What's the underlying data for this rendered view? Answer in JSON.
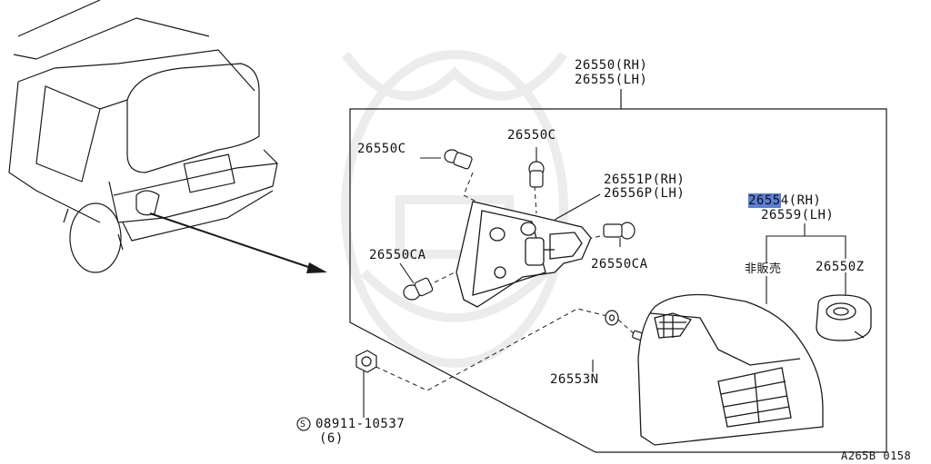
{
  "diagram": {
    "assembly_rh": "26550(RH)",
    "assembly_lh": "26555(LH)",
    "bulb_upper_left": "26550C",
    "bulb_upper_mid": "26550C",
    "socket_rh": "26551P(RH)",
    "socket_lh": "26556P(LH)",
    "bulb_lower_left": "26550CA",
    "bulb_right": "26550CA",
    "lens_rh_highlight": "2655",
    "lens_rh_rest": "4(RH)",
    "lens_lh": "26559(LH)",
    "not_sold": "非販売",
    "seal": "26550Z",
    "washer": "26553N",
    "nut_symbol": "S",
    "nut_part": "08911-10537",
    "nut_qty": "(6)",
    "diagram_code": "A265B 0158"
  },
  "colors": {
    "highlight": "#5b7fd6",
    "line": "#1a1a1a",
    "watermark": "#ececec"
  }
}
